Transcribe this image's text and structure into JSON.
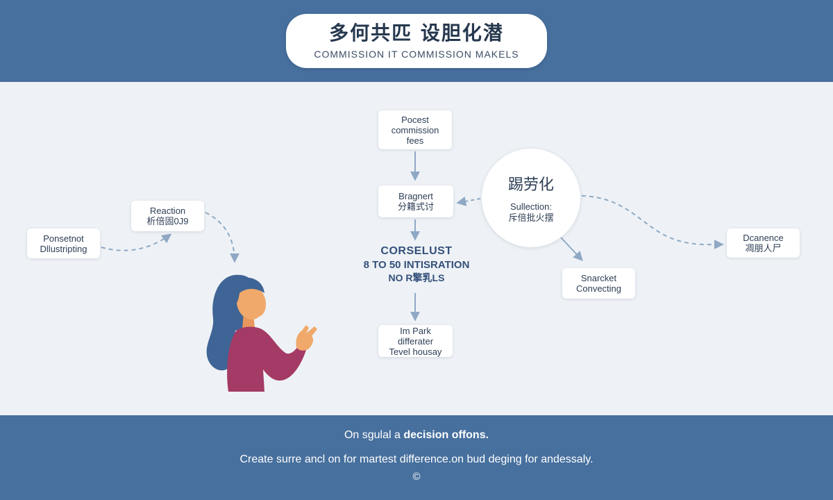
{
  "header": {
    "title": "多何共匹 设胆化潜",
    "subtitle": "COMMISSION IT COMMISSION MAKELS"
  },
  "nodes": {
    "top": {
      "line1": "Pocest",
      "line2": "commission",
      "line3": "fees"
    },
    "middle": {
      "line1": "Bragnert",
      "line2": "分籍式讨"
    },
    "reaction": {
      "line1": "Reaction",
      "line2": "析倍固0J9"
    },
    "left": {
      "line1": "Ponsetnot",
      "line2": "Dllustripting"
    },
    "circle": {
      "title": "踢劳化",
      "line1": "Sullection:",
      "line2": "斥倍批火摆"
    },
    "right": {
      "line1": "Dcanence",
      "line2": "凋朋人尸"
    },
    "snarcket": {
      "line1": "Snarcket",
      "line2": "Convecting"
    },
    "bottom": {
      "line1": "Im Park differater",
      "line2": "Tevel housay"
    }
  },
  "center": {
    "line1": "CORSELUST",
    "line2": "8 TO 50 INTISRATION",
    "line3": "NO R擎乳LS"
  },
  "footer": {
    "line1_prefix": "On sgulal a ",
    "line1_bold": "decision offons.",
    "line2": "Create surre ancl on for martest difference.on bud deging for andessaly.",
    "symbol": "©"
  },
  "colors": {
    "band": "#47709e",
    "background": "#eef2f6",
    "arrow": "#8fa8c4",
    "person_hair": "#3f6496",
    "person_shirt": "#a43a66",
    "person_skin": "#f0a96a"
  }
}
